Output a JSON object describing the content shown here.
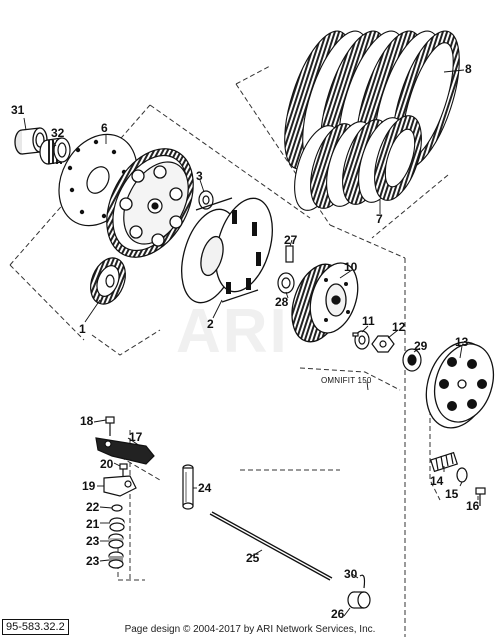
{
  "diagram": {
    "drawing_number": "95-583.32.2",
    "footer": "Page design © 2004-2017 by ARI Network Services, Inc.",
    "watermark": "ARI",
    "note": "OMNIFIT 150",
    "callouts": {
      "c1": "1",
      "c2": "2",
      "c3": "3",
      "c6": "6",
      "c7": "7",
      "c8": "8",
      "c10": "10",
      "c11": "11",
      "c12": "12",
      "c13": "13",
      "c14": "14",
      "c15": "15",
      "c16": "16",
      "c17": "17",
      "c18": "18",
      "c19": "19",
      "c20": "20",
      "c21": "21",
      "c22": "22",
      "c23a": "23",
      "c23b": "23",
      "c24": "24",
      "c25": "25",
      "c26": "26",
      "c27": "27",
      "c28": "28",
      "c29": "29",
      "c30": "30",
      "c31": "31",
      "c32": "32"
    }
  }
}
